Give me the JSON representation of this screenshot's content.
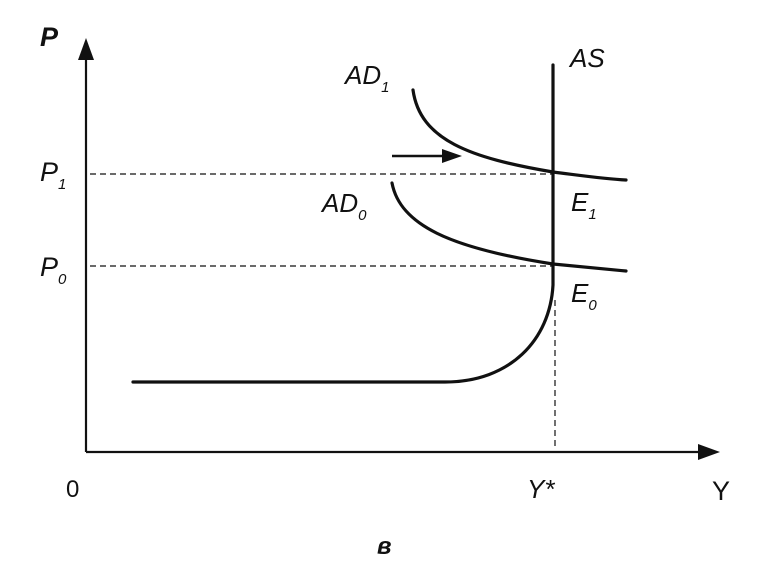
{
  "axes": {
    "y_label": "P",
    "x_label": "Y",
    "origin_label": "0"
  },
  "levels": {
    "p1": {
      "main": "P",
      "sub": "1"
    },
    "p0": {
      "main": "P",
      "sub": "0"
    },
    "ystar": "Y*"
  },
  "curves": {
    "as": "AS",
    "ad1": {
      "main": "AD",
      "sub": "1"
    },
    "ad0": {
      "main": "AD",
      "sub": "0"
    }
  },
  "points": {
    "e1": {
      "main": "E",
      "sub": "1"
    },
    "e0": {
      "main": "E",
      "sub": "0"
    }
  },
  "caption": "в",
  "colors": {
    "ink": "#111111",
    "background": "#ffffff"
  },
  "icons": {
    "shift": "arrow-right-icon"
  }
}
